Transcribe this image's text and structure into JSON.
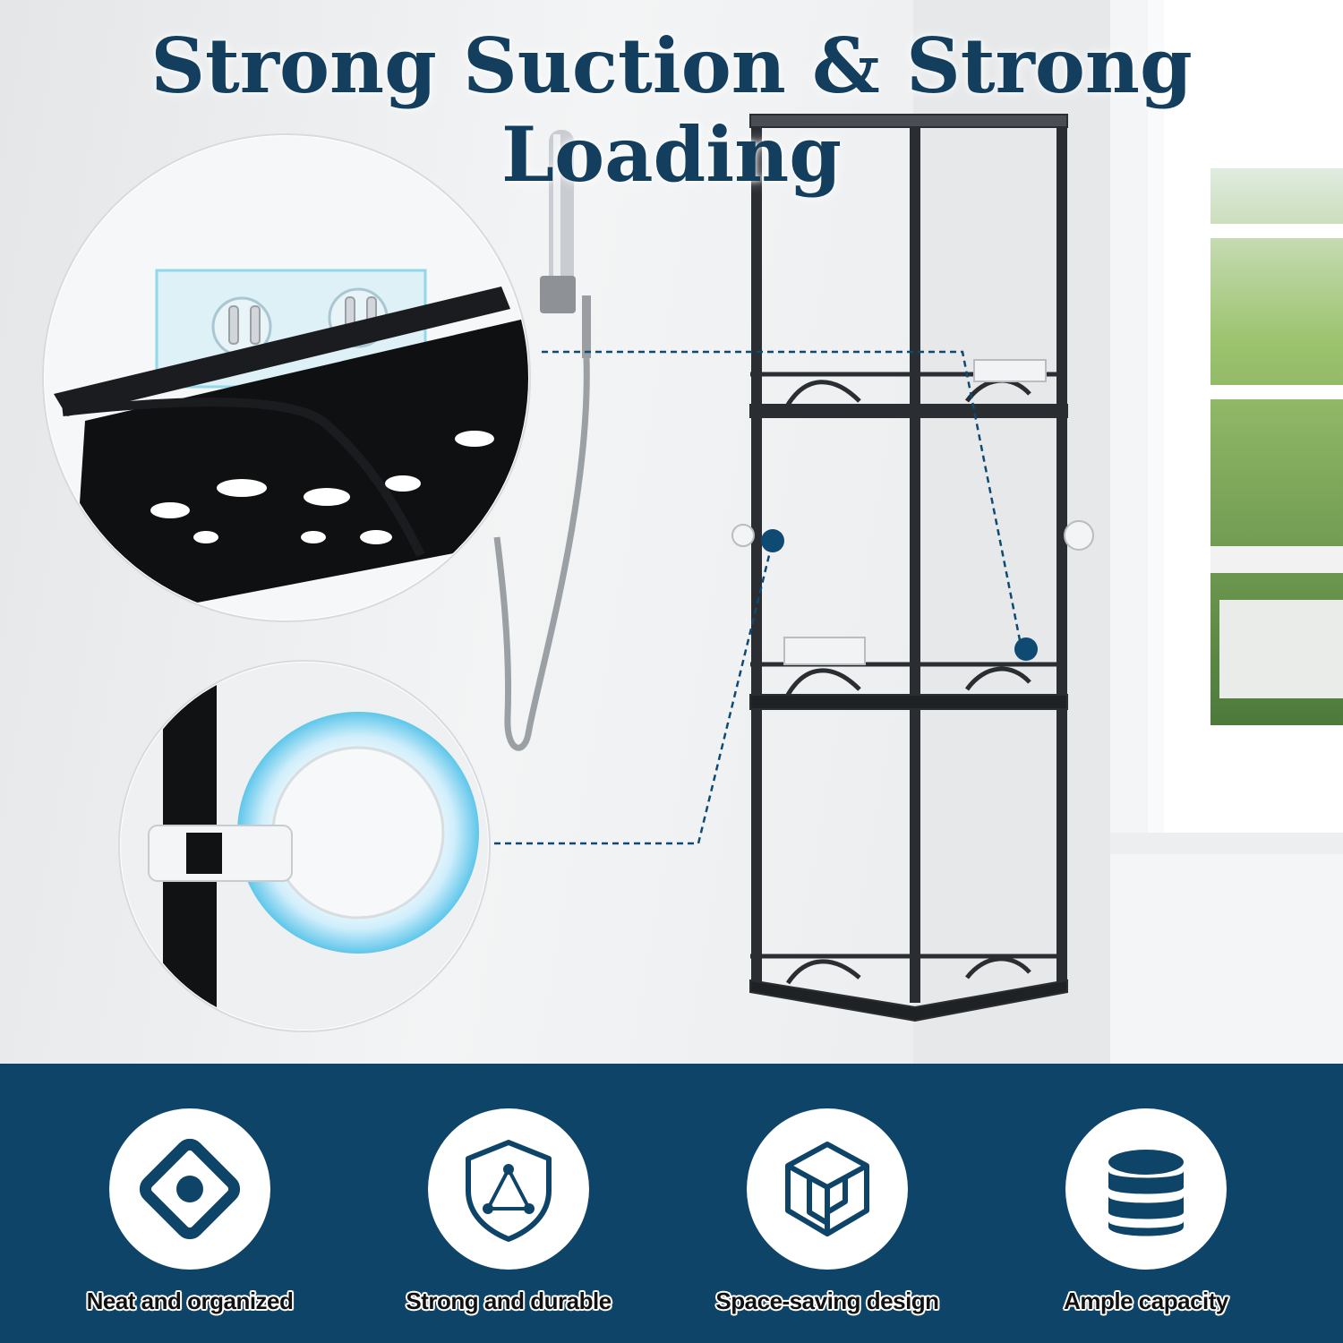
{
  "headline": "Strong Suction & Strong Loading",
  "features": [
    {
      "icon": "diamond-target-icon",
      "label": "Neat and organized"
    },
    {
      "icon": "shield-triangle-icon",
      "label": "Strong and durable"
    },
    {
      "icon": "cube-icon",
      "label": "Space-saving design"
    },
    {
      "icon": "database-stack-icon",
      "label": "Ample capacity"
    }
  ],
  "colors": {
    "headline": "#143e5e",
    "band": "#0d4467",
    "shelf": "#1f2225",
    "accent": "#0f4a72"
  }
}
